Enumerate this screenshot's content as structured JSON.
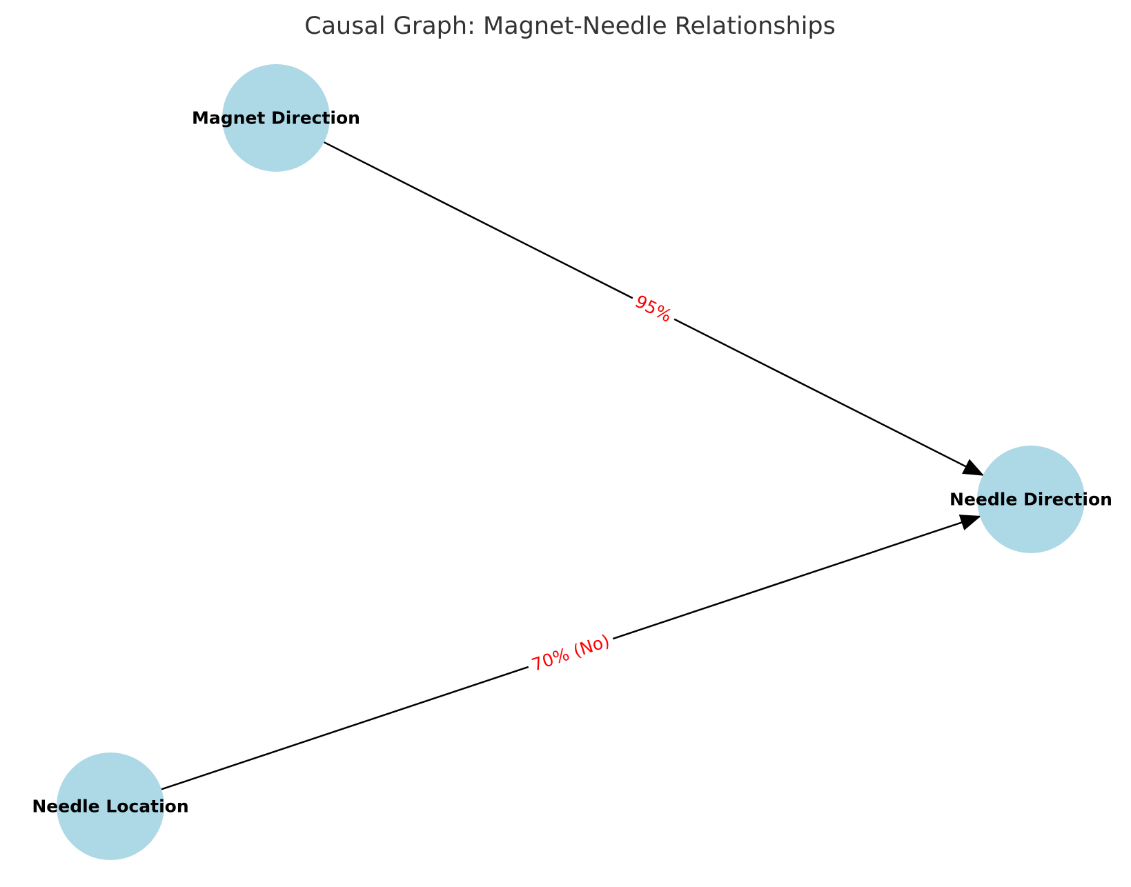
{
  "title": "Causal Graph: Magnet-Needle Relationships",
  "colors": {
    "node_fill": "#add8e6",
    "edge_stroke": "#000000",
    "edge_label": "#ff0000",
    "title": "#333333"
  },
  "nodes": [
    {
      "id": "magnet_direction",
      "label": "Magnet Direction"
    },
    {
      "id": "needle_direction",
      "label": "Needle Direction"
    },
    {
      "id": "needle_location",
      "label": "Needle Location"
    }
  ],
  "edges": [
    {
      "from": "magnet_direction",
      "to": "needle_direction",
      "label": "95%"
    },
    {
      "from": "needle_location",
      "to": "needle_direction",
      "label": "70% (No)"
    }
  ]
}
